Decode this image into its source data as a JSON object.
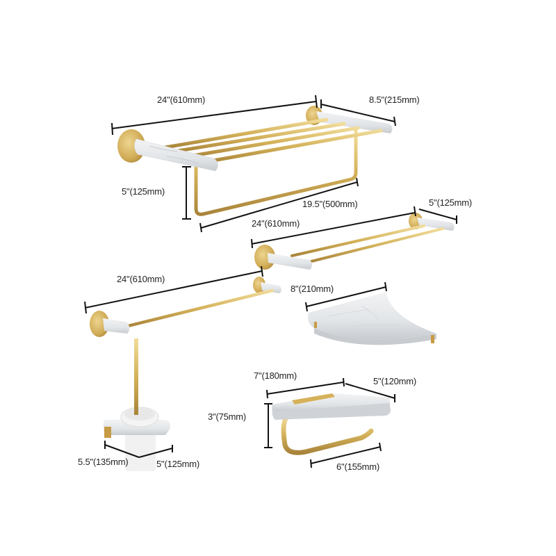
{
  "colors": {
    "gold": "#d4b25a",
    "gold_dark": "#b8923a",
    "gold_light": "#ecd58e",
    "marble": "#e6e8ea",
    "marble_vein": "#c9cdd1",
    "dimension_line": "#111111",
    "background": "#ffffff"
  },
  "products": [
    {
      "name": "towel-rack-shelf",
      "dimensions": {
        "length": "24\"(610mm)",
        "depth": "8.5\"(215mm)",
        "height": "5\"(125mm)",
        "bar_length": "19.5\"(500mm)"
      }
    },
    {
      "name": "double-towel-bar",
      "dimensions": {
        "length": "24\"(610mm)",
        "depth": "5\"(125mm)"
      }
    },
    {
      "name": "single-towel-bar",
      "dimensions": {
        "length": "24\"(610mm)"
      }
    },
    {
      "name": "corner-shelf",
      "dimensions": {
        "width": "8\"(210mm)"
      }
    },
    {
      "name": "toilet-paper-holder",
      "dimensions": {
        "width": "7\"(180mm)",
        "depth": "5\"(120mm)",
        "height": "3\"(75mm)",
        "bar_length": "6\"(155mm)"
      }
    },
    {
      "name": "toilet-brush-holder",
      "dimensions": {
        "width": "5.5\"(135mm)",
        "depth": "5\"(125mm)"
      }
    }
  ]
}
